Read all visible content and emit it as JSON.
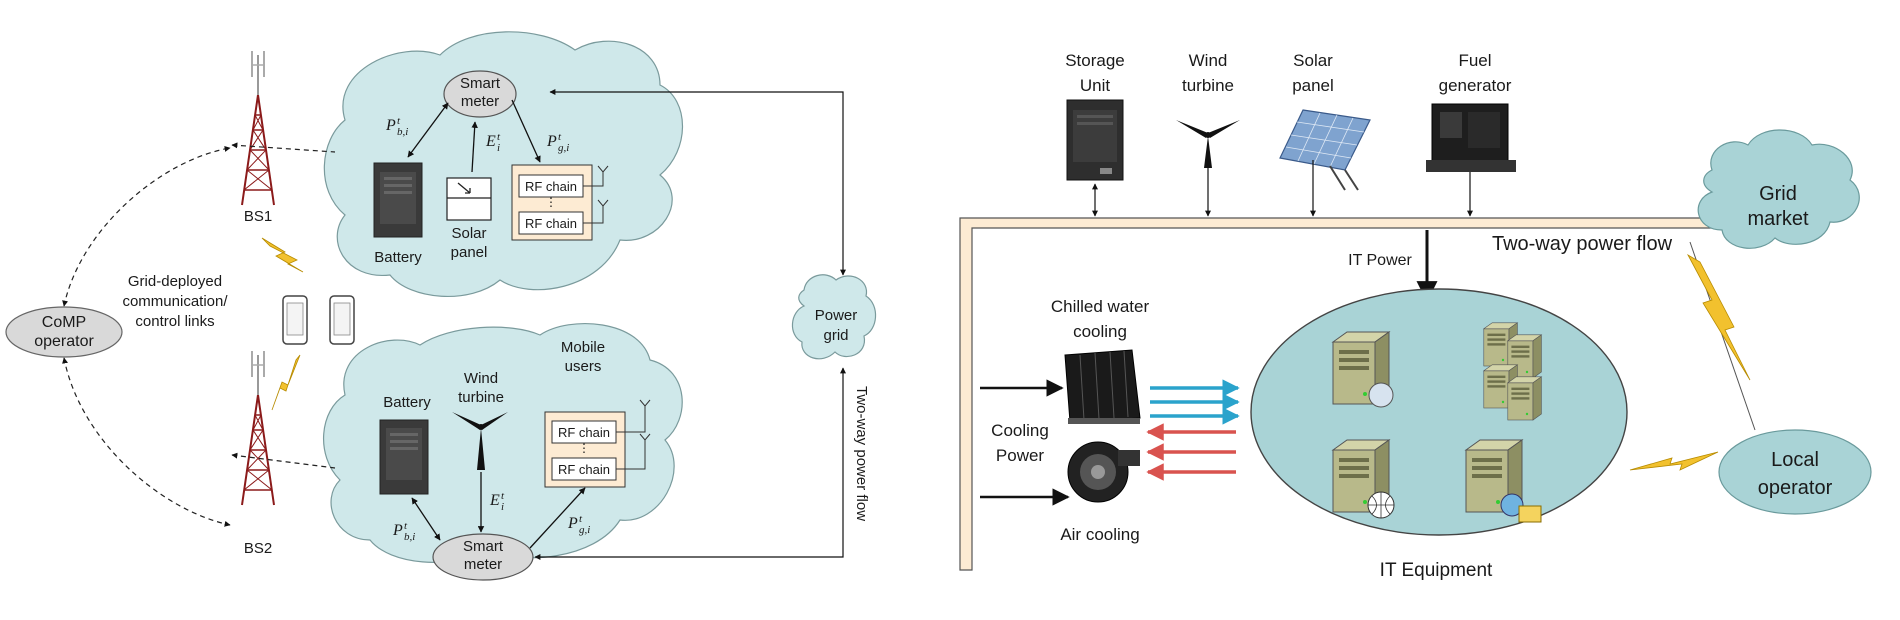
{
  "left": {
    "bs1": "BS1",
    "bs2": "BS2",
    "comp": [
      "CoMP",
      "operator"
    ],
    "links": [
      "Grid-deployed",
      "communication/",
      "control links"
    ],
    "top_cloud": {
      "smart_meter": [
        "Smart",
        "meter"
      ],
      "battery": "Battery",
      "solar_panel": [
        "Solar",
        "panel"
      ],
      "rf_chain_1": "RF chain",
      "rf_chain_2": "RF chain",
      "p_b": "P",
      "p_b_sup": "t",
      "p_b_sub": "b,i",
      "e": "E",
      "e_sup": "t",
      "e_sub": "i",
      "p_g": "P",
      "p_g_sup": "t",
      "p_g_sub": "g,i"
    },
    "bottom_cloud": {
      "battery": "Battery",
      "wind_turbine": [
        "Wind",
        "turbine"
      ],
      "mobile_users": [
        "Mobile",
        "users"
      ],
      "rf_chain_1": "RF chain",
      "rf_chain_2": "RF chain",
      "smart_meter": [
        "Smart",
        "meter"
      ],
      "p_b": "P",
      "p_b_sup": "t",
      "p_b_sub": "b,i",
      "e": "E",
      "e_sup": "t",
      "e_sub": "i",
      "p_g": "P",
      "p_g_sup": "t",
      "p_g_sub": "g,i"
    },
    "power_grid": [
      "Power",
      "grid"
    ],
    "two_way": "Two-way power flow"
  },
  "right": {
    "storage": [
      "Storage",
      "Unit"
    ],
    "wind": [
      "Wind",
      "turbine"
    ],
    "solar": [
      "Solar",
      "panel"
    ],
    "fuel": [
      "Fuel",
      "generator"
    ],
    "grid_market": [
      "Grid",
      "market"
    ],
    "two_way": "Two-way power flow",
    "it_power": "IT Power",
    "chilled": [
      "Chilled water",
      "cooling"
    ],
    "cooling_power": [
      "Cooling",
      "Power"
    ],
    "air_cooling": "Air cooling",
    "it_equipment": "IT Equipment",
    "local_operator": [
      "Local",
      "operator"
    ]
  },
  "colors": {
    "cloud_fill": "#cfe8ea",
    "cloud_right": "#a9d3d6",
    "bus_fill": "#fdebd3",
    "rf_fill": "#fdebd3",
    "cool_arrow": "#2aa3cc",
    "warm_arrow": "#d9534f",
    "bolt": "#f2c12e",
    "tower": "#8b1a1a"
  }
}
